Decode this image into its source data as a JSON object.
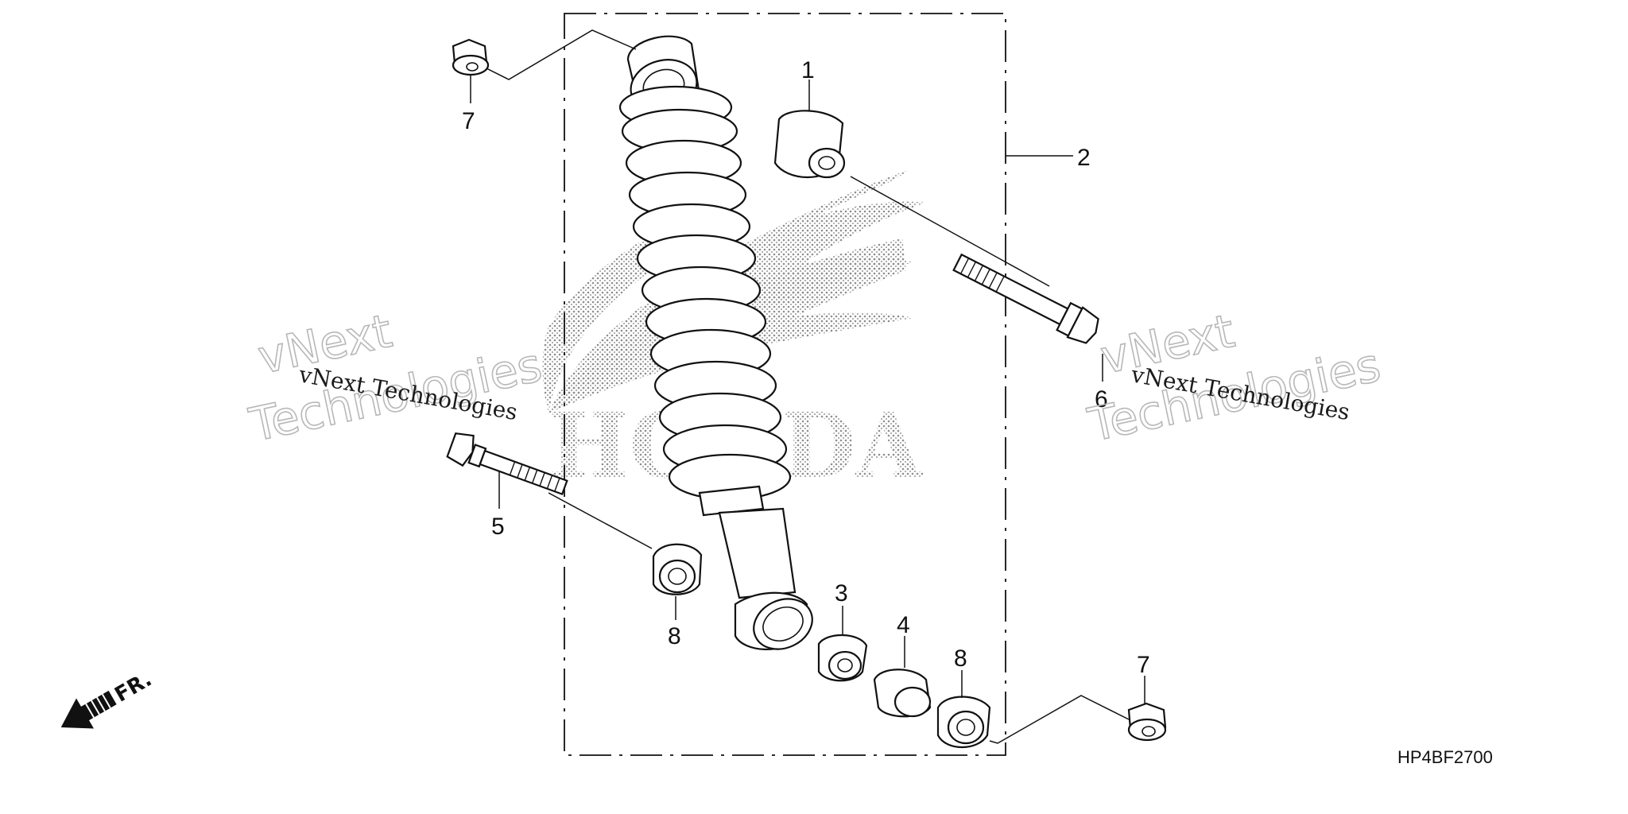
{
  "diagram_code": "HP4BF2700",
  "brand_logo": "HONDA",
  "watermark": {
    "small_text": "vNext Technologies",
    "big_line1": "vNext",
    "big_line2": "Technologies"
  },
  "direction": {
    "label": "FR.",
    "icon": "arrow-front-icon"
  },
  "callouts": [
    {
      "id": "c1",
      "number": "1"
    },
    {
      "id": "c2",
      "number": "2"
    },
    {
      "id": "c3",
      "number": "3"
    },
    {
      "id": "c4",
      "number": "4"
    },
    {
      "id": "c5",
      "number": "5"
    },
    {
      "id": "c6",
      "number": "6"
    },
    {
      "id": "c7a",
      "number": "7"
    },
    {
      "id": "c7b",
      "number": "7"
    },
    {
      "id": "c8a",
      "number": "8"
    },
    {
      "id": "c8b",
      "number": "8"
    }
  ]
}
